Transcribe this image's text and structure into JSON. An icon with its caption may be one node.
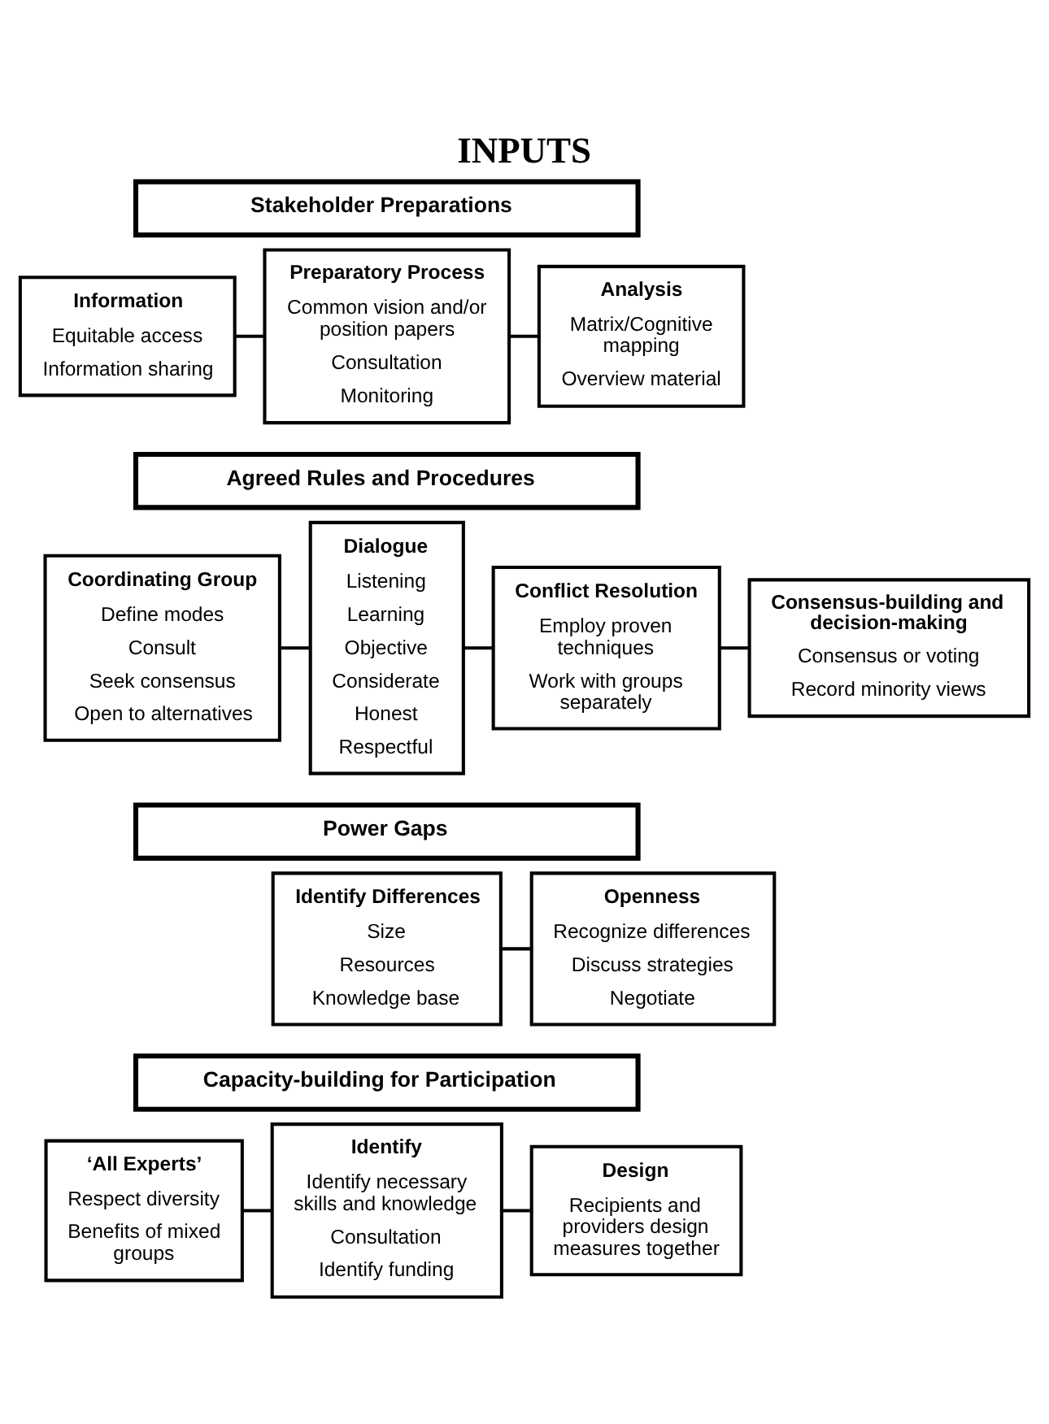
{
  "diagram": {
    "title": "INPUTS",
    "nodes": [
      {
        "text": [
          "Stakeholder Preparations"
        ]
      },
      {
        "text": [
          "Information",
          "Equitable access",
          "Information sharing"
        ]
      },
      {
        "text": [
          "Preparatory Process",
          "Common vision and/or position papers",
          "Consultation",
          "Monitoring"
        ]
      },
      {
        "text": [
          "Analysis",
          "Matrix/Cognitive mapping",
          "Overview material"
        ]
      },
      {
        "text": [
          "Agreed Rules and Procedures"
        ]
      },
      {
        "text": [
          "Coordinating Group",
          "Define modes",
          "Consult",
          "Seek consensus",
          "Open to alternatives"
        ]
      },
      {
        "text": [
          "Dialogue",
          "Listening",
          "Learning",
          "Objective",
          "Considerate",
          "Honest",
          "Respectful"
        ]
      },
      {
        "text": [
          "Conflict Resolution",
          "Employ proven techniques",
          "Work with groups separately"
        ]
      },
      {
        "text": [
          "Consensus-building and decision-making",
          "Consensus or voting",
          "Record minority views"
        ]
      },
      {
        "text": [
          "Power Gaps"
        ]
      },
      {
        "text": [
          "Identify Differences",
          "Size",
          "Resources",
          "Knowledge base"
        ]
      },
      {
        "text": [
          "Openness",
          "Recognize differences",
          "Discuss strategies",
          "Negotiate"
        ]
      },
      {
        "text": [
          "Capacity-building for Participation"
        ]
      },
      {
        "text": [
          "‘All Experts’",
          "Respect diversity",
          "Benefits of mixed groups"
        ]
      },
      {
        "text": [
          "Identify",
          "Identify necessary skills and knowledge",
          "Consultation",
          "Identify funding"
        ]
      },
      {
        "text": [
          "Design",
          "Recipients and providers design measures together"
        ]
      }
    ],
    "edges": [
      {
        "from": 1,
        "to": 2,
        "arrow": "none"
      },
      {
        "from": 2,
        "to": 3,
        "arrow": "none"
      },
      {
        "from": 5,
        "to": 6,
        "arrow": "none"
      },
      {
        "from": 6,
        "to": 7,
        "arrow": "none"
      },
      {
        "from": 7,
        "to": 8,
        "arrow": "none"
      },
      {
        "from": 10,
        "to": 11,
        "arrow": "none"
      },
      {
        "from": 13,
        "to": 14,
        "arrow": "none"
      },
      {
        "from": 14,
        "to": 15,
        "arrow": "none"
      }
    ]
  }
}
